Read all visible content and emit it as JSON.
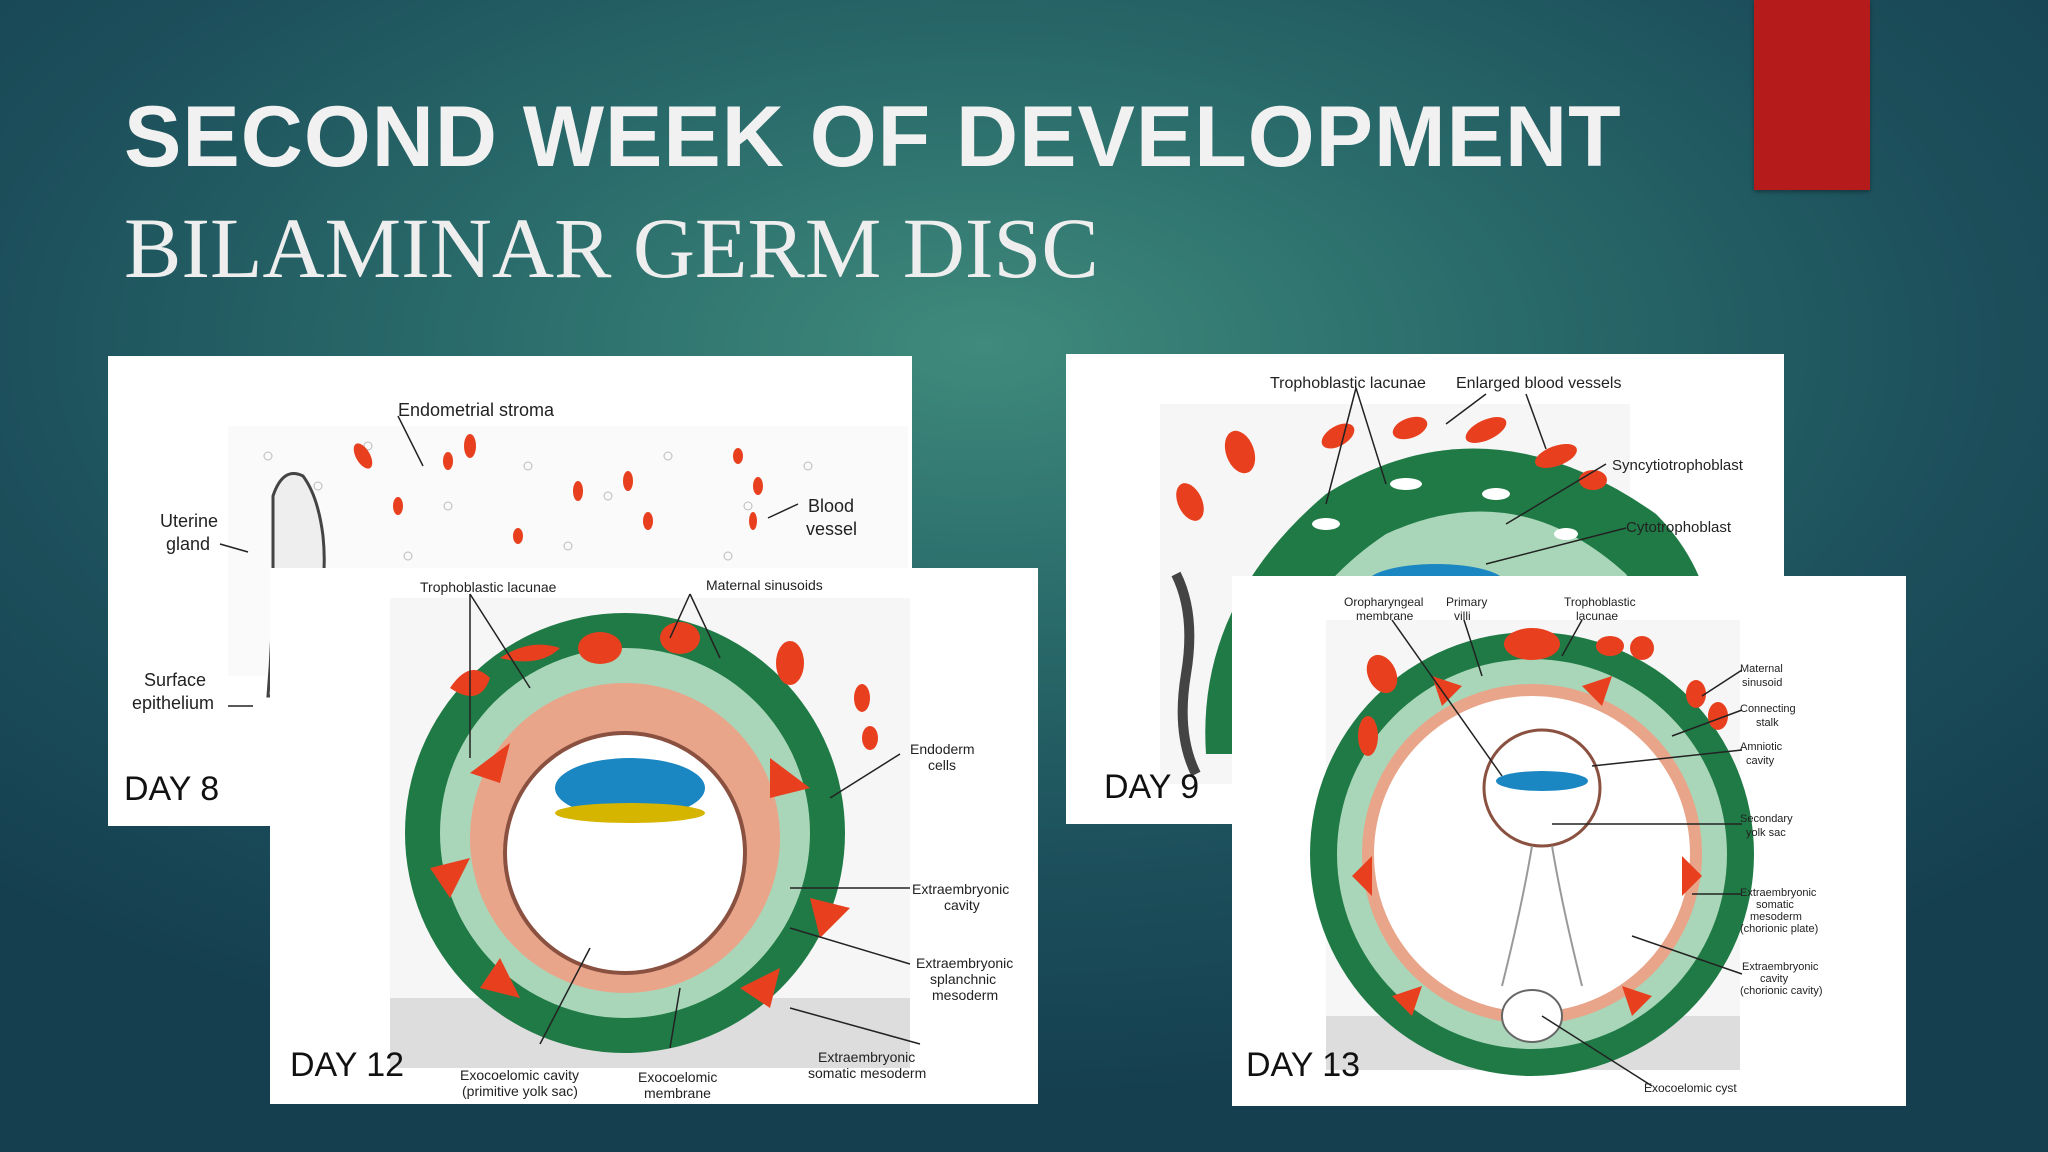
{
  "title": "SECOND WEEK OF DEVELOPMENT",
  "subtitle": "BILAMINAR GERM DISC",
  "colors": {
    "background": "#1f5a62",
    "accent_bar": "#b51b1b",
    "trophoblast": "#1f7a45",
    "lacunae": "#e8401f",
    "epiblast": "#1a86c2"
  },
  "panels": {
    "day8": {
      "day": "DAY 8",
      "labels": {
        "endometrial_stroma": "Endometrial stroma",
        "uterine_gland_1": "Uterine",
        "uterine_gland_2": "gland",
        "blood_vessel_1": "Blood",
        "blood_vessel_2": "vessel",
        "surface_epithelium_1": "Surface",
        "surface_epithelium_2": "epithelium"
      }
    },
    "day12": {
      "day": "DAY 12",
      "labels": {
        "trophoblastic_lacunae": "Trophoblastic lacunae",
        "maternal_sinusoids": "Maternal sinusoids",
        "endoderm_1": "Endoderm",
        "endoderm_2": "cells",
        "extraemb_cavity_1": "Extraembryonic",
        "extraemb_cavity_2": "cavity",
        "splanchnic_1": "Extraembryonic",
        "splanchnic_2": "splanchnic",
        "splanchnic_3": "mesoderm",
        "somatic_1": "Extraembryonic",
        "somatic_2": "somatic mesoderm",
        "exocoelomic_cavity_1": "Exocoelomic cavity",
        "exocoelomic_cavity_2": "(primitive yolk sac)",
        "exocoelomic_membrane_1": "Exocoelomic",
        "exocoelomic_membrane_2": "membrane"
      }
    },
    "day9": {
      "day": "DAY 9",
      "labels": {
        "trophoblastic_lacunae": "Trophoblastic lacunae",
        "enlarged_vessels": "Enlarged blood vessels",
        "syncytiotrophoblast": "Syncytiotrophoblast",
        "cytotrophoblast": "Cytotrophoblast"
      }
    },
    "day13": {
      "day": "DAY 13",
      "labels": {
        "oropharyngeal_1": "Oropharyngeal",
        "oropharyngeal_2": "membrane",
        "primary_villi_1": "Primary",
        "primary_villi_2": "villi",
        "troph_lacunae_1": "Trophoblastic",
        "troph_lacunae_2": "lacunae",
        "maternal_sinusoid_1": "Maternal",
        "maternal_sinusoid_2": "sinusoid",
        "connecting_stalk_1": "Connecting",
        "connecting_stalk_2": "stalk",
        "amniotic_cavity_1": "Amniotic",
        "amniotic_cavity_2": "cavity",
        "secondary_yolk_1": "Secondary",
        "secondary_yolk_2": "yolk sac",
        "somatic_meso_1": "Extraembryonic",
        "somatic_meso_2": "somatic",
        "somatic_meso_3": "mesoderm",
        "somatic_meso_4": "(chorionic plate)",
        "chorionic_cavity_1": "Extraembryonic",
        "chorionic_cavity_2": "cavity",
        "chorionic_cavity_3": "(chorionic cavity)",
        "exocoelomic_cyst": "Exocoelomic cyst"
      }
    }
  }
}
